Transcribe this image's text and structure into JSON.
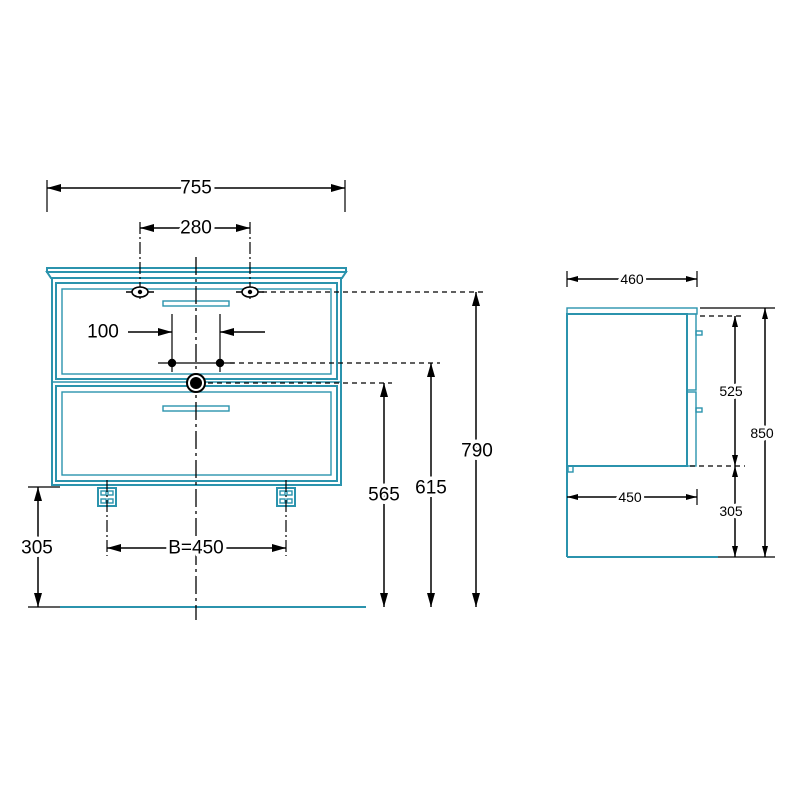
{
  "colors": {
    "outline": "#2b93ad",
    "dimension": "#000000"
  },
  "front_view": {
    "overall_width": "755",
    "tap_spacing": "280",
    "drain_spacing": "100",
    "tap_height": "790",
    "drain_height_upper": "615",
    "drain_height_lower": "565",
    "mount_height": "305",
    "bracket_spacing": "B=450"
  },
  "side_view": {
    "top_depth": "460",
    "body_depth": "450",
    "body_height": "525",
    "mount_height": "305",
    "overall_height": "850"
  }
}
